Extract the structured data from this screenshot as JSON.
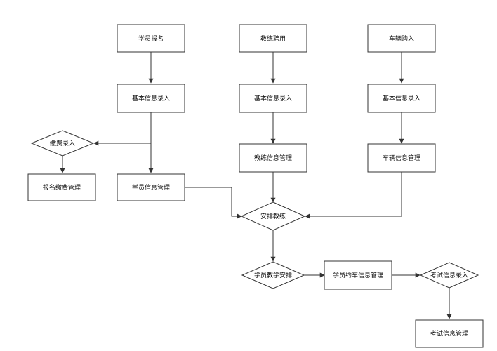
{
  "colors": {
    "stroke": "#333333",
    "fill": "#ffffff",
    "text": "#111111"
  },
  "nodes": {
    "student_signup": "学员报名",
    "coach_hiring": "教练聘用",
    "vehicle_purchase": "车辆购入",
    "basic_info_1": "基本信息录入",
    "basic_info_2": "基本信息录入",
    "basic_info_3": "基本信息录入",
    "fee_entry": "缴费录入",
    "signup_fee_mgmt": "报名缴费管理",
    "student_info_mgmt": "学员信息管理",
    "coach_info_mgmt": "教练信息管理",
    "vehicle_info_mgmt": "车辆信息管理",
    "assign_coach": "安排教练",
    "student_teaching_plan": "学员教学安排",
    "student_booking_mgmt": "学员约车信息管理",
    "exam_info_entry": "考试信息录入",
    "exam_info_mgmt": "考试信息管理"
  }
}
